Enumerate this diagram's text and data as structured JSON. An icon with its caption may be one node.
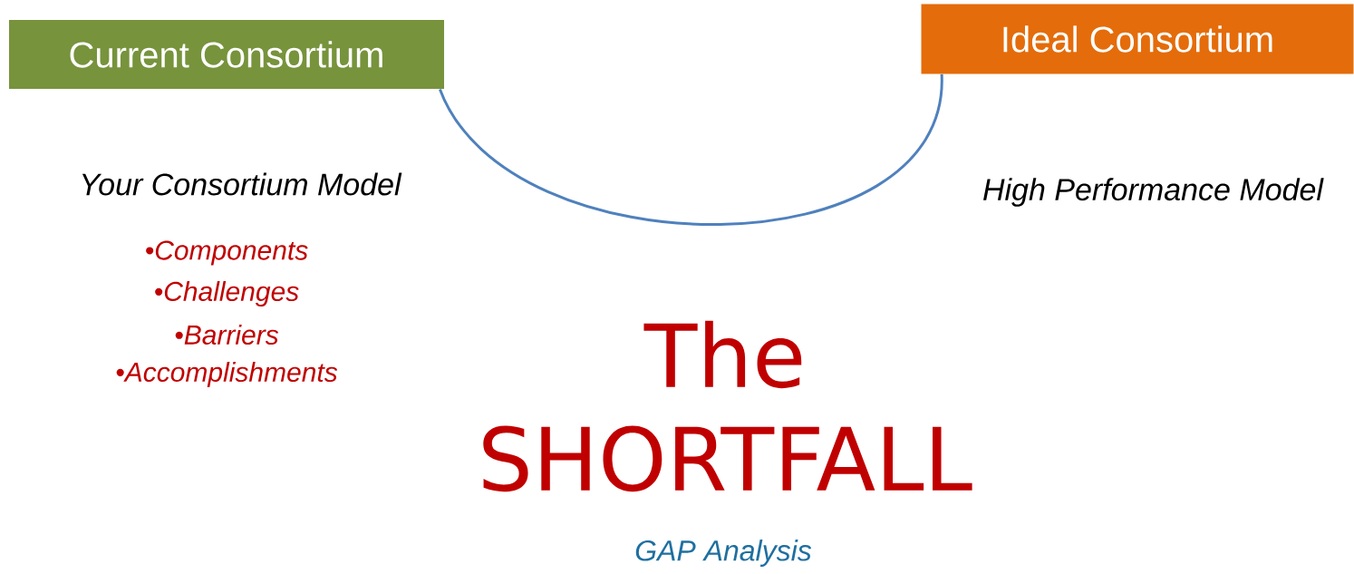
{
  "diagram": {
    "nodes": [
      {
        "text": [
          "Current Consortium"
        ]
      },
      {
        "text": [
          "Ideal Consortium"
        ]
      }
    ],
    "edges": [
      {
        "from": 0,
        "to": 1,
        "arrow": "none",
        "color": "#4f81bd"
      }
    ],
    "labels": [
      "Your Consortium Model",
      "•Components",
      "•Challenges",
      "•Barriers",
      "•Accomplishments",
      "High Performance Model",
      "The SHORTFALL",
      "GAP Analysis"
    ]
  }
}
